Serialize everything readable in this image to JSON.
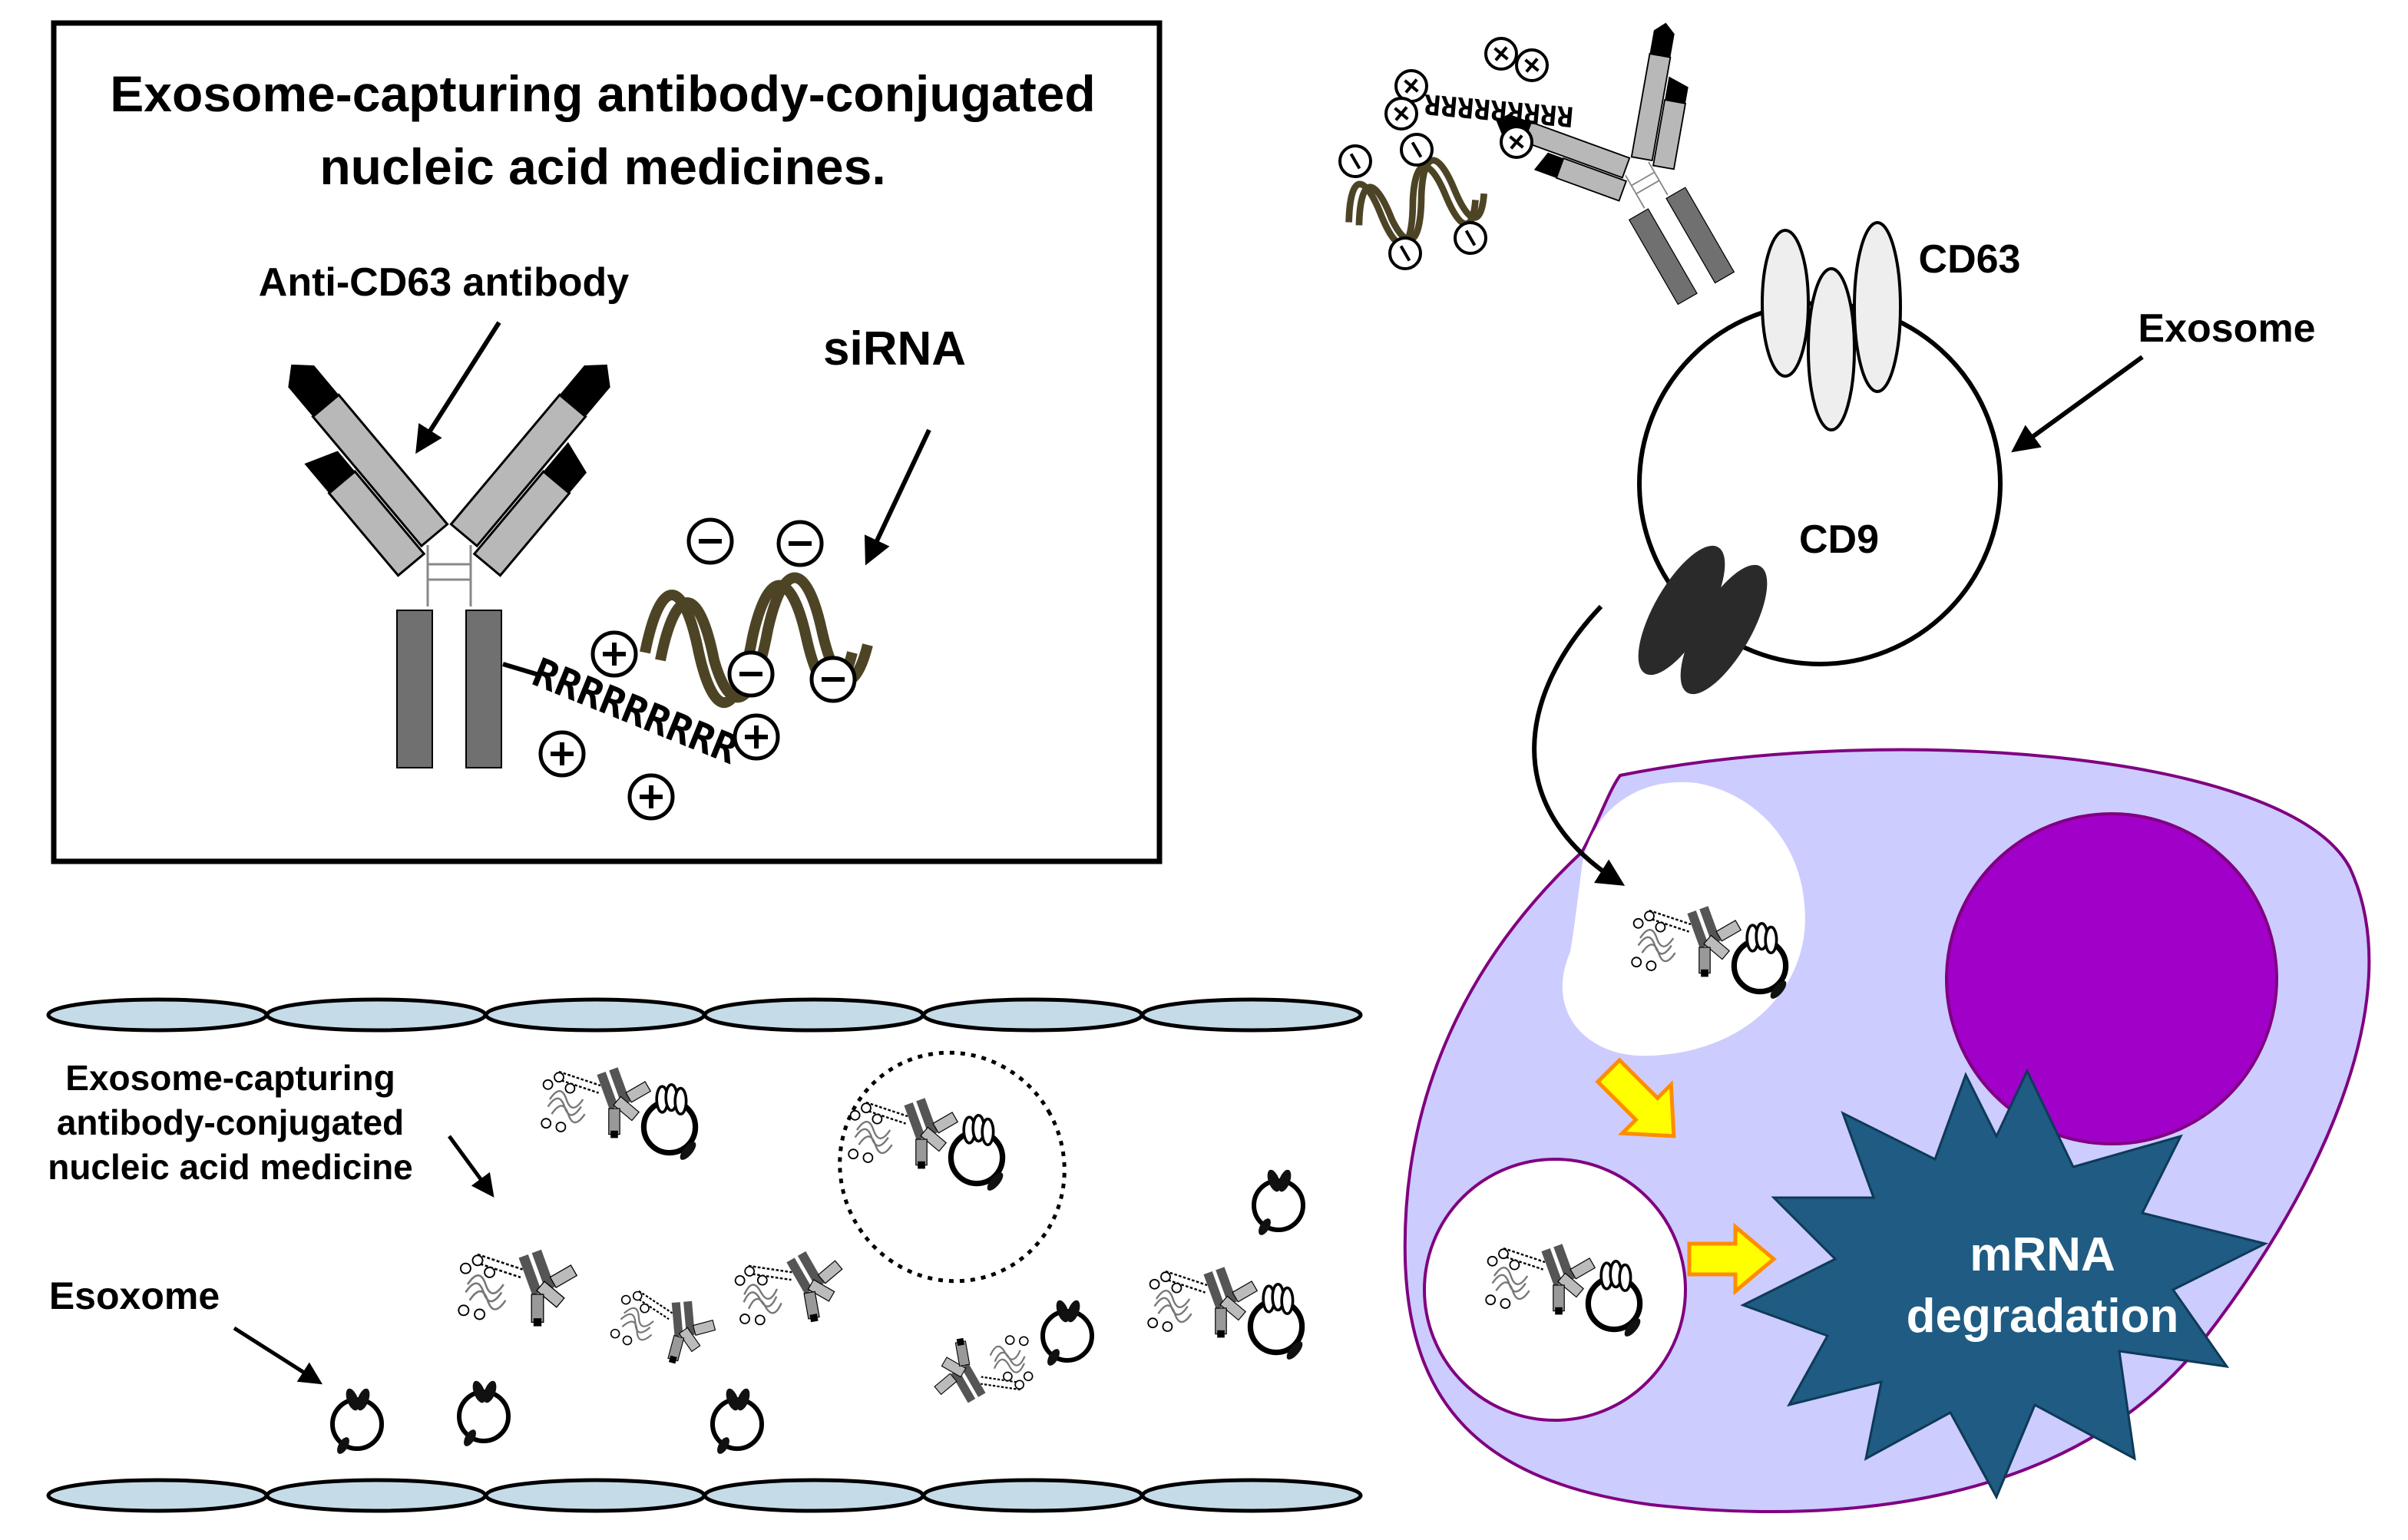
{
  "inset": {
    "title_line1": "Exosome-capturing antibody-conjugated",
    "title_line2": "nucleic acid medicines.",
    "antibody_label": "Anti-CD63  antibody",
    "sirna_label": "siRNA",
    "peptide_text": "RRRRRRRRR"
  },
  "exosome_panel": {
    "cd63_label": "CD63",
    "exosome_label": "Exosome",
    "cd9_label": "CD9",
    "peptide_text": "RRRRRRRRR"
  },
  "vessel_panel": {
    "medicine_label_line1": "Exosome-capturing",
    "medicine_label_line2": "antibody-conjugated",
    "medicine_label_line3": "nucleic acid medicine",
    "esoxome_label": "Esoxome"
  },
  "cell": {
    "degradation_line1": "mRNA",
    "degradation_line2": "degradation"
  },
  "colors": {
    "cell_fill": "#ccccff",
    "cell_border": "#800080",
    "nucleus": "#a000c8",
    "star": "#1f5b82",
    "arrow_fill": "#ffff00",
    "arrow_stroke": "#ff8c00",
    "vessel_cell": "#c5dbe8",
    "sirna": "#4d4426",
    "antibody_light": "#b8b8b8",
    "antibody_dark": "#707070"
  },
  "icons": [
    "plus-charge-icon",
    "minus-charge-icon",
    "antibody-icon",
    "sirna-helix-icon",
    "exosome-icon",
    "starburst-icon",
    "block-arrow-icon"
  ]
}
